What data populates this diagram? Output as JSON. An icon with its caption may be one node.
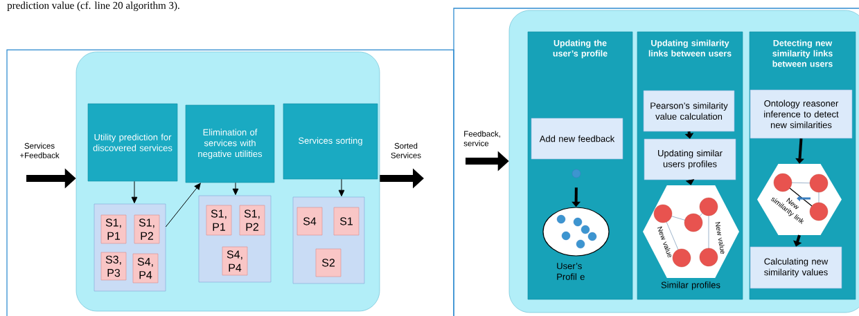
{
  "diagram": {
    "nodes": [
      {
        "text": [],
        "shape": "box"
      },
      {
        "text": [],
        "shape": "box",
        "in": 0
      },
      {
        "text": [
          "Utility prediction for discovered services"
        ],
        "in": 1
      },
      {
        "text": [
          "Elimination of services with negative utilities"
        ],
        "in": 1
      },
      {
        "text": [
          "Services sorting"
        ],
        "in": 1
      },
      {
        "text": [],
        "shape": "box",
        "in": 1
      },
      {
        "text": [
          "S1, P1"
        ],
        "in": 5
      },
      {
        "text": [
          "S1, P2"
        ],
        "in": 5
      },
      {
        "text": [
          "S3, P3"
        ],
        "in": 5
      },
      {
        "text": [
          "S4, P4"
        ],
        "in": 5
      },
      {
        "text": [],
        "shape": "box",
        "in": 1
      },
      {
        "text": [
          "S1, P1"
        ],
        "in": 10
      },
      {
        "text": [
          "S1, P2"
        ],
        "in": 10
      },
      {
        "text": [
          "S4, P4"
        ],
        "in": 10
      },
      {
        "text": [],
        "shape": "box",
        "in": 1
      },
      {
        "text": [
          "S4"
        ],
        "in": 14
      },
      {
        "text": [
          "S1"
        ],
        "in": 14
      },
      {
        "text": [
          "S2"
        ],
        "in": 14
      },
      {
        "text": [],
        "shape": "box"
      },
      {
        "text": [],
        "shape": "box",
        "in": 18
      },
      {
        "text": [
          "Updating the user’s profile"
        ],
        "in": 19
      },
      {
        "text": [
          "Updating similarity links between users"
        ],
        "in": 19
      },
      {
        "text": [
          "Detecting new similarity links between users"
        ],
        "in": 19
      },
      {
        "text": [
          "Add new feedback"
        ],
        "in": 20
      },
      {
        "text": [],
        "shape": "circle",
        "in": 20
      },
      {
        "text": [],
        "shape": "ellipse",
        "beside": [
          "User’s Profil e"
        ],
        "in": 20
      },
      {
        "text": [
          "Pearson’s similarity value calculation"
        ],
        "in": 21
      },
      {
        "text": [
          "Updating similar users profiles"
        ],
        "in": 21
      },
      {
        "text": [
          "New value",
          "New value"
        ],
        "beside": [
          "Similar profiles"
        ],
        "in": 21
      },
      {
        "text": [
          "Ontology reasoner inference to detect new similarities"
        ],
        "in": 22
      },
      {
        "text": [
          "New similarity link"
        ],
        "in": 22
      },
      {
        "text": [
          "Calculating new similarity values"
        ],
        "in": 22
      }
    ],
    "edges": [
      {
        "from": null,
        "to": 1,
        "arrow": "to",
        "style": "thick",
        "label": "Services +Feedback"
      },
      {
        "from": 1,
        "to": null,
        "arrow": "to",
        "style": "thick",
        "label": "Sorted Services"
      },
      {
        "from": 2,
        "to": 5,
        "arrow": "to"
      },
      {
        "from": 5,
        "to": 3,
        "arrow": "to"
      },
      {
        "from": 3,
        "to": 10,
        "arrow": "to"
      },
      {
        "from": 4,
        "to": 14,
        "arrow": "to"
      },
      {
        "from": null,
        "to": 19,
        "arrow": "to",
        "style": "thick",
        "label": "Feedback, service"
      },
      {
        "from": 24,
        "to": 25,
        "arrow": "to"
      },
      {
        "from": 26,
        "to": 27,
        "arrow": "to"
      },
      {
        "from": 27,
        "to": 28,
        "arrow": "to"
      },
      {
        "from": 29,
        "to": 30,
        "arrow": "to"
      },
      {
        "from": 30,
        "to": 31,
        "arrow": "to"
      }
    ],
    "labels": [
      "prediction value (cf. line 20 algorithm 3)."
    ]
  }
}
